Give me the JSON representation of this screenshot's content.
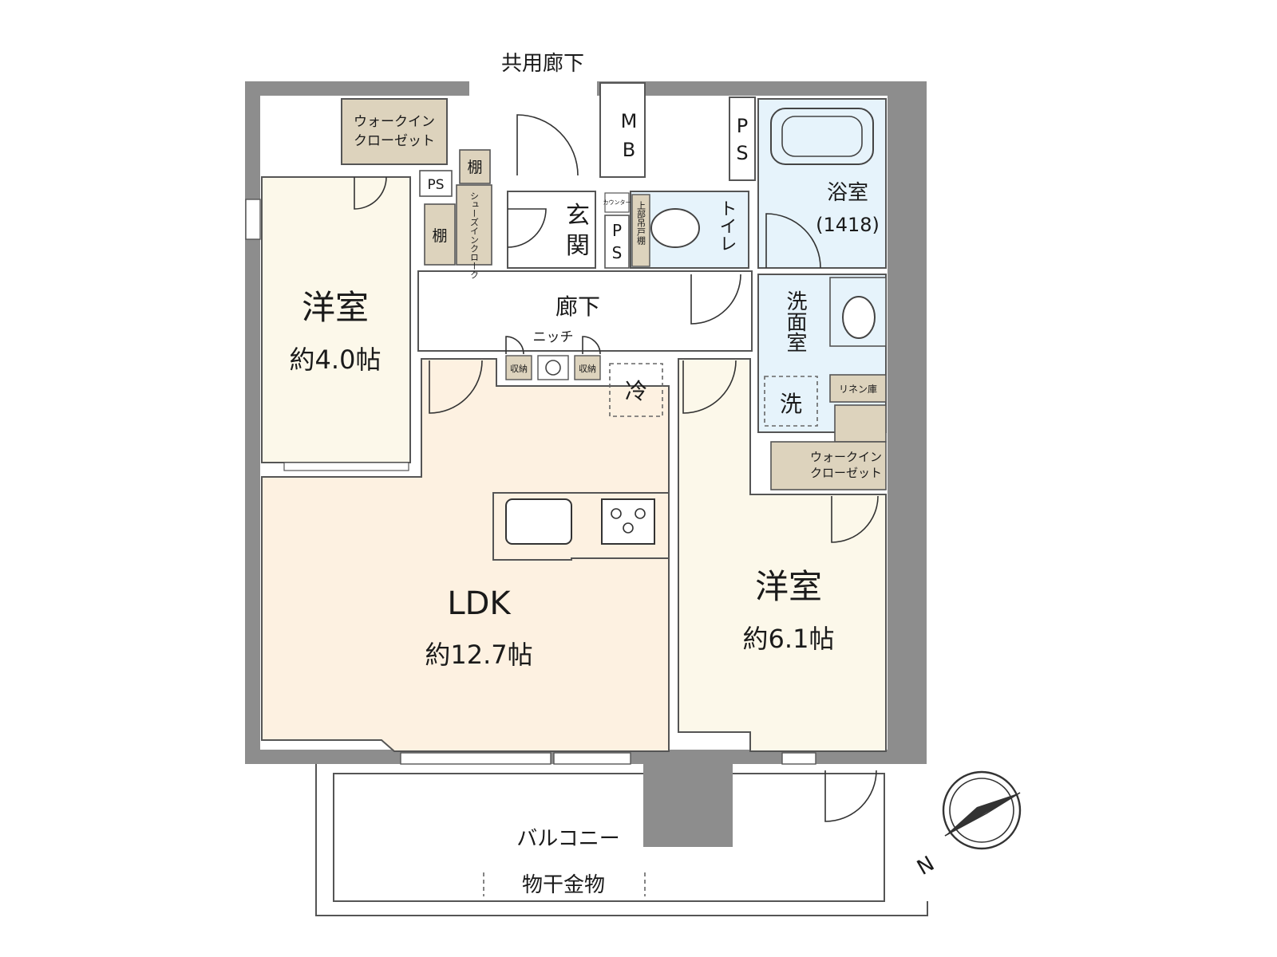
{
  "plan": {
    "corridor_shared": "共用廊下",
    "mb": "MB",
    "ps": "PS",
    "entrance": "玄関",
    "counter": "カウンター",
    "wall_cabinet": "上部吊戸棚",
    "toilet": "トイレ",
    "bath": "浴室",
    "bath_size": "(1418)",
    "washroom": "洗面室",
    "washer": "洗",
    "linen": "リネン庫",
    "hallway": "廊下",
    "niche": "ニッチ",
    "storage": "収納",
    "fridge": "冷",
    "shelf": "棚",
    "shoe_cloak": "シューズインクローク",
    "wic": "ウォークイン",
    "wic2": "クローゼット",
    "room_west": {
      "name": "洋室",
      "size": "約4.0帖"
    },
    "room_east": {
      "name": "洋室",
      "size": "約6.1帖"
    },
    "ldk": {
      "name": "LDK",
      "size": "約12.7帖"
    },
    "balcony": "バルコニー",
    "drying_hardware": "物干金物",
    "compass_n": "N"
  },
  "colors": {
    "wall": "#8d8d8d",
    "ldk_floor": "#fdf1e1",
    "room_floor": "#fcf8ea",
    "wet_area": "#e6f3fb",
    "storage": "#ddd3bd",
    "hallway": "#ffffff"
  }
}
